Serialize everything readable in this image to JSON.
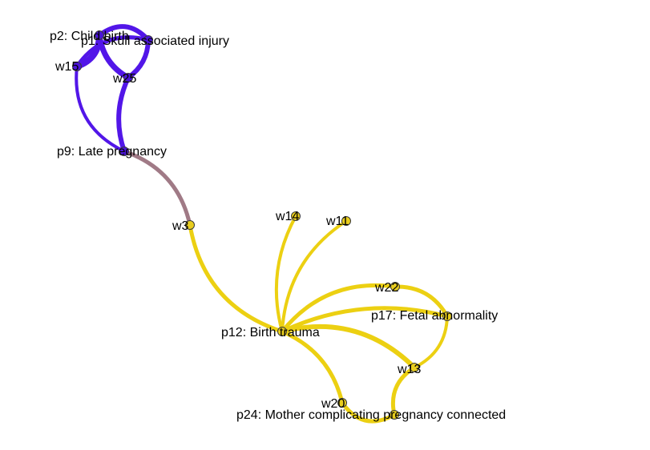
{
  "colors": {
    "blue_cluster": "#5216e8",
    "yellow_cluster": "#ecd012",
    "bridge_edge": "#a07a86",
    "node_fill_blue": "#4b13d9",
    "node_fill_yellow": "#e8cd1e"
  },
  "nodes": [
    {
      "id": "p1",
      "label": "p1: Skull associated injury",
      "cluster": "blue"
    },
    {
      "id": "p2",
      "label": "p2: Child birth",
      "cluster": "blue"
    },
    {
      "id": "w15",
      "label": "w15",
      "cluster": "blue"
    },
    {
      "id": "w25",
      "label": "w25",
      "cluster": "blue"
    },
    {
      "id": "p9",
      "label": "p9: Late pregnancy",
      "cluster": "blue"
    },
    {
      "id": "w3",
      "label": "w3",
      "cluster": "yellow"
    },
    {
      "id": "w14",
      "label": "w14",
      "cluster": "yellow"
    },
    {
      "id": "w11",
      "label": "w11",
      "cluster": "yellow"
    },
    {
      "id": "w22",
      "label": "w22",
      "cluster": "yellow"
    },
    {
      "id": "p17",
      "label": "p17: Fetal abnormality",
      "cluster": "yellow"
    },
    {
      "id": "p12",
      "label": "p12: Birth trauma",
      "cluster": "yellow"
    },
    {
      "id": "w13",
      "label": "w13",
      "cluster": "yellow"
    },
    {
      "id": "w20",
      "label": "w20",
      "cluster": "yellow"
    },
    {
      "id": "p24",
      "label": "p24: Mother complicating pregnancy connected",
      "cluster": "yellow"
    }
  ],
  "edges": [
    {
      "source": "p2",
      "target": "w15",
      "weight": 8,
      "cluster": "blue"
    },
    {
      "source": "p2",
      "target": "w25",
      "weight": 7,
      "cluster": "blue"
    },
    {
      "source": "p2",
      "target": "p1",
      "weight": 6,
      "cluster": "blue"
    },
    {
      "source": "p1",
      "target": "w15",
      "weight": 5,
      "cluster": "blue"
    },
    {
      "source": "p1",
      "target": "w25",
      "weight": 6,
      "cluster": "blue"
    },
    {
      "source": "w15",
      "target": "p9",
      "weight": 4,
      "cluster": "blue"
    },
    {
      "source": "w25",
      "target": "p9",
      "weight": 6,
      "cluster": "blue"
    },
    {
      "source": "p9",
      "target": "w3",
      "weight": 5,
      "cluster": "bridge"
    },
    {
      "source": "w3",
      "target": "p12",
      "weight": 5,
      "cluster": "yellow"
    },
    {
      "source": "p12",
      "target": "w14",
      "weight": 4,
      "cluster": "yellow"
    },
    {
      "source": "p12",
      "target": "w11",
      "weight": 4,
      "cluster": "yellow"
    },
    {
      "source": "p12",
      "target": "w22",
      "weight": 5,
      "cluster": "yellow"
    },
    {
      "source": "w22",
      "target": "p17",
      "weight": 5,
      "cluster": "yellow"
    },
    {
      "source": "p12",
      "target": "p17",
      "weight": 5,
      "cluster": "yellow"
    },
    {
      "source": "p12",
      "target": "w13",
      "weight": 6,
      "cluster": "yellow"
    },
    {
      "source": "p17",
      "target": "w13",
      "weight": 4,
      "cluster": "yellow"
    },
    {
      "source": "p12",
      "target": "w20",
      "weight": 5,
      "cluster": "yellow"
    },
    {
      "source": "w20",
      "target": "p24",
      "weight": 5,
      "cluster": "yellow"
    },
    {
      "source": "w13",
      "target": "p24",
      "weight": 5,
      "cluster": "yellow"
    }
  ]
}
